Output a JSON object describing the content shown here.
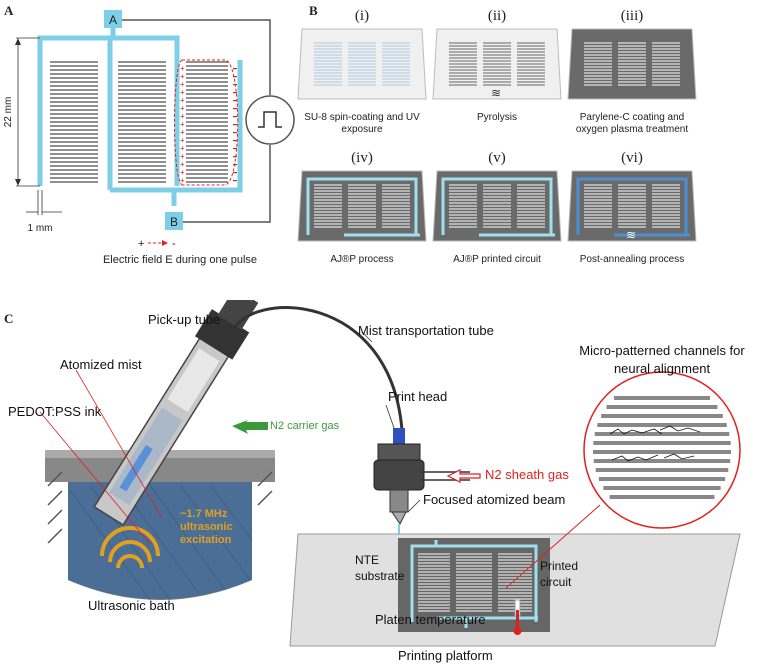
{
  "panelA": {
    "letter": "A",
    "node_a": "A",
    "node_b": "B",
    "dim_height": "22 mm",
    "dim_width": "1 mm",
    "legend_plus": "+",
    "legend_minus": "-",
    "caption": "Electric field E during one pulse"
  },
  "panelB": {
    "letter": "B",
    "steps": [
      {
        "num": "(i)",
        "caption": "SU-8 spin-coating and UV exposure"
      },
      {
        "num": "(ii)",
        "caption": "Pyrolysis"
      },
      {
        "num": "(iii)",
        "caption": "Parylene-C coating  and oxygen plasma treatment"
      },
      {
        "num": "(iv)",
        "caption": "AJ®P process"
      },
      {
        "num": "(v)",
        "caption": "AJ®P printed circuit"
      },
      {
        "num": "(vi)",
        "caption": "Post-annealing process"
      }
    ]
  },
  "panelC": {
    "letter": "C",
    "pickup_tube": "Pick-up tube",
    "mist_tube": "Mist transportation tube",
    "atomized_mist": "Atomized mist",
    "ink": "PEDOT:PSS ink",
    "carrier_gas": "N2 carrier gas",
    "print_head": "Print head",
    "sheath_gas": "N2 sheath gas",
    "focused_beam": "Focused atomized beam",
    "ultrasonic_freq": "~1.7 MHz ultrasonic excitation",
    "ultrasonic_bath": "Ultrasonic bath",
    "micro_channels": "Micro-patterned channels for neural alignment",
    "nte_substrate": "NTE substrate",
    "printed_circuit": "Printed circuit",
    "platen_temperature": "Platen temperature",
    "printing_platform": "Printing platform"
  },
  "colors": {
    "circuit_blue": "#7ccfe6",
    "red": "#e02020",
    "green": "#3a9a3a",
    "orange": "#e0a020",
    "dark_gray": "#555555"
  }
}
